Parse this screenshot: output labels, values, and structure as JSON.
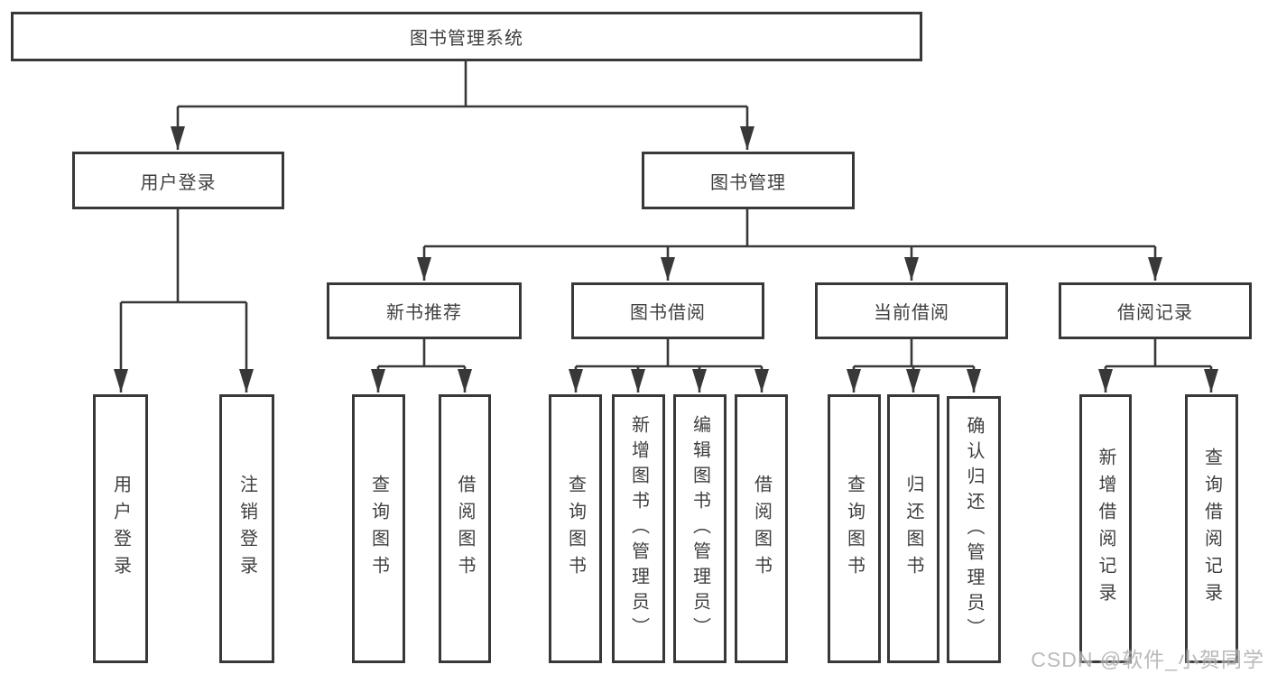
{
  "diagram": {
    "root": "图书管理系统",
    "level2": {
      "user_login": "用户登录",
      "book_management": "图书管理"
    },
    "level3": {
      "new_book_recommend": "新书推荐",
      "book_borrowing": "图书借阅",
      "current_borrowing": "当前借阅",
      "borrowing_records": "借阅记录"
    },
    "leaves": {
      "user_login": "用户登录",
      "logout_login": "注销登录",
      "nb_query_books": "查询图书",
      "nb_borrow_books": "借阅图书",
      "bb_query_books": "查询图书",
      "bb_add_books_admin": "新增图书（管理员）",
      "bb_edit_books_admin": "编辑图书（管理员）",
      "bb_borrow_books": "借阅图书",
      "cb_query_books": "查询图书",
      "cb_return_books": "归还图书",
      "cb_confirm_return_admin": "确认归还（管理员）",
      "br_add_borrow_record": "新增借阅记录",
      "br_query_borrow_record": "查询借阅记录"
    },
    "colors": {
      "line": "#383838",
      "text": "#3f3f3f",
      "watermark": "#a9a9a9"
    },
    "watermark": "CSDN @软件_小贺同学"
  }
}
